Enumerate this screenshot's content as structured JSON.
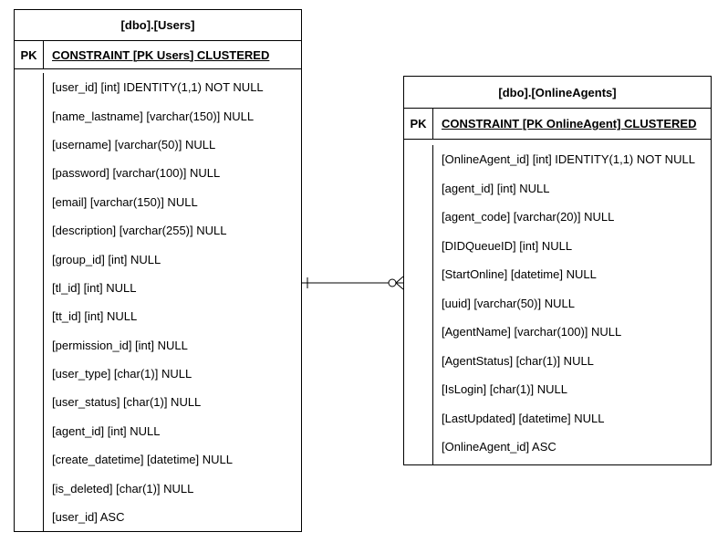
{
  "users_table": {
    "title": "[dbo].[Users]",
    "pk_label": "PK",
    "constraint": "CONSTRAINT [PK Users] CLUSTERED",
    "fields": [
      "[user_id] [int] IDENTITY(1,1) NOT NULL",
      "[name_lastname] [varchar(150)] NULL",
      "[username] [varchar(50)] NULL",
      "[password] [varchar(100)] NULL",
      "[email] [varchar(150)] NULL",
      "[description] [varchar(255)] NULL",
      "[group_id] [int] NULL",
      "[tl_id] [int] NULL",
      "[tt_id] [int] NULL",
      "[permission_id] [int] NULL",
      "[user_type] [char(1)] NULL",
      "[user_status] [char(1)] NULL",
      "[agent_id] [int] NULL",
      "[create_datetime] [datetime] NULL",
      "[is_deleted] [char(1)] NULL",
      "[user_id] ASC"
    ]
  },
  "online_agents_table": {
    "title": "[dbo].[OnlineAgents]",
    "pk_label": "PK",
    "constraint": "CONSTRAINT [PK OnlineAgent] CLUSTERED",
    "fields": [
      "[OnlineAgent_id] [int] IDENTITY(1,1) NOT NULL",
      "[agent_id] [int] NULL",
      "[agent_code] [varchar(20)] NULL",
      "[DIDQueueID] [int] NULL",
      "[StartOnline] [datetime] NULL",
      "[uuid] [varchar(50)] NULL",
      "[AgentName] [varchar(100)] NULL",
      "[AgentStatus] [char(1)] NULL",
      "[IsLogin] [char(1)] NULL",
      "[LastUpdated] [datetime] NULL",
      "[OnlineAgent_id] ASC"
    ]
  },
  "relationship": {
    "from": "[dbo].[Users]",
    "to": "[dbo].[OnlineAgents]",
    "from_cardinality": "one",
    "to_cardinality": "zero-or-many"
  }
}
